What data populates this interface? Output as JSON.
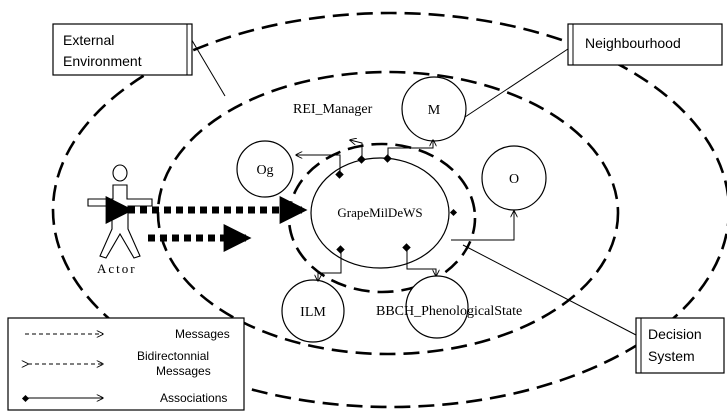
{
  "labels": {
    "external_line1": "External",
    "external_line2": "Environment",
    "neighbourhood": "Neighbourhood",
    "decision_line1": "Decision",
    "decision_line2": "System",
    "rei_manager": "REI_Manager",
    "m": "M",
    "og": "Og",
    "o": "O",
    "ilm": "ILM",
    "central": "GrapeMilDeWS",
    "bbch": "BBCH_PhenologicalState",
    "actor": "Actor"
  },
  "legend": {
    "messages": "Messages",
    "bidir_line1": "Bidirectonnial",
    "bidir_line2": "Messages",
    "associations": "Associations"
  }
}
